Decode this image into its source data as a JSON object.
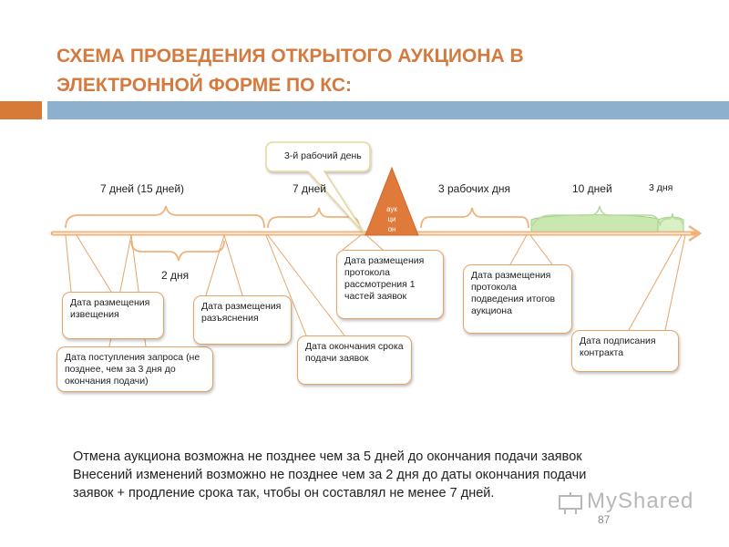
{
  "title": {
    "line1": "СХЕМА ПРОВЕДЕНИЯ ОТКРЫТОГО АУКЦИОНА В",
    "line2": "ЭЛЕКТРОННОЙ ФОРМЕ ПО КС:"
  },
  "timeline": {
    "periods": {
      "p1": "7 дней (15 дней)",
      "p2": "2 дня",
      "p3": "7 дней",
      "p4": "3 рабочих дня",
      "p5": "10 дней",
      "p6": "3 дня"
    },
    "third_day_label": "3-й рабочий день",
    "auction_triangle": "аук ци он"
  },
  "events": {
    "notice": "Дата размещения извещения",
    "request": "Дата поступления запроса (не позднее, чем за 3 дня до окончания подачи)",
    "clarification": "Дата размещения разъяснения",
    "deadline": "Дата окончания срока подачи заявок",
    "protocol1": "Дата размещения протокола рассмотрения 1 частей заявок",
    "results": "Дата размещения протокола подведения итогов аукциона",
    "contract": "Дата подписания контракта"
  },
  "notes": {
    "line1": "Отмена аукциона возможна не позднее чем за 5 дней до окончания подачи заявок",
    "line2": "Внесений изменений возможно не позднее чем за 2 дня до даты окончания подачи",
    "line3": "заявок + продление срока так, чтобы он составлял не менее 7 дней."
  },
  "watermark": "MyShared",
  "page_number": "87",
  "colors": {
    "title": "#d47a3e",
    "accent_bar_orange": "#d77937",
    "accent_bar_blue": "#8cb0cd",
    "box_border": "#e8a466",
    "green_band": "#c8e8b0",
    "triangle": "#e07a3a"
  }
}
